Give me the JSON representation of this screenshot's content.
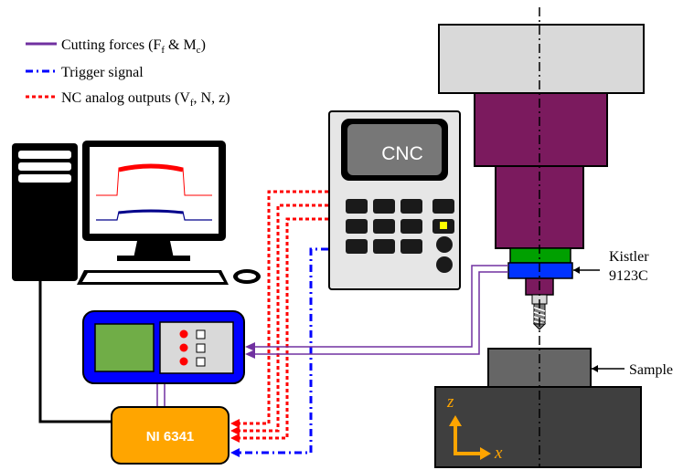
{
  "legend": {
    "cutting_forces": {
      "text": "Cutting forces (F",
      "sub1": "f",
      "amp": " & M",
      "sub2": "c",
      "close": ")",
      "color": "#7030A0"
    },
    "trigger": {
      "text": "Trigger signal",
      "color": "#0000FF"
    },
    "nc_outputs": {
      "text": "NC analog outputs (V",
      "sub1": "f",
      "rest": ", N, z)",
      "color": "#FF0000"
    }
  },
  "cnc": {
    "screen_label": "CNC"
  },
  "daq": {
    "label": "NI 6341"
  },
  "sensor": {
    "label_line1": "Kistler",
    "label_line2": "9123C"
  },
  "sample": {
    "label": "Sample"
  },
  "axes": {
    "z": "z",
    "x": "x"
  },
  "colors": {
    "spindle_magenta": "#7B1A5E",
    "sensor_green": "#00A000",
    "sensor_blue": "#0033FF",
    "daq_orange": "#FFA500",
    "amp_blue": "#0000FF",
    "amp_screen": "#70AD47",
    "machine_gray": "#3F3F3F"
  }
}
